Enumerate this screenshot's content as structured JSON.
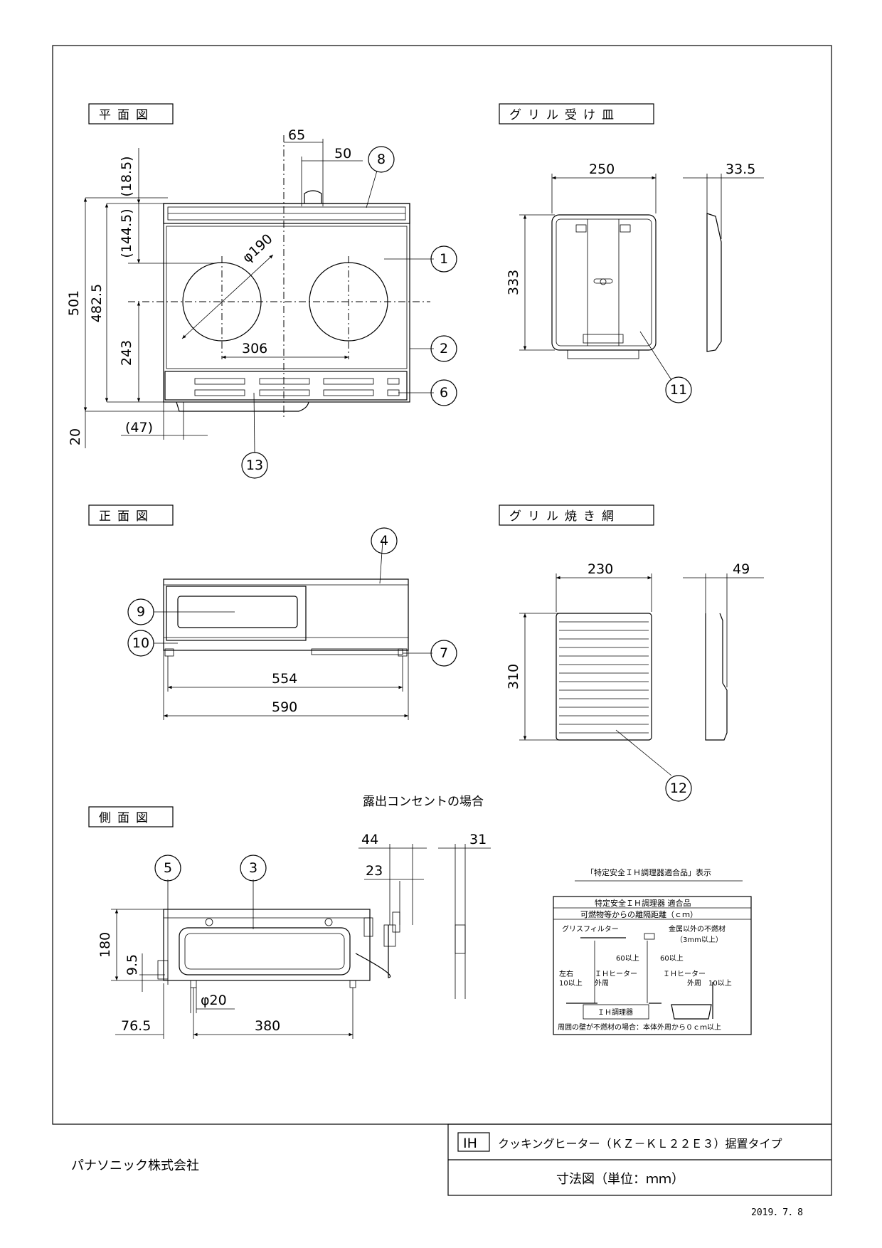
{
  "views": {
    "plan": "平面図",
    "grill_tray": "グリル受け皿",
    "front": "正面図",
    "grill_net": "グリル焼き網",
    "side": "側面図",
    "outlet_case": "露出コンセントの場合"
  },
  "dimensions": {
    "plan": {
      "d65": "65",
      "d50": "50",
      "d18_5": "(18.5)",
      "d144_5": "(144.5)",
      "d501": "501",
      "d482_5": "482.5",
      "d243": "243",
      "d20": "20",
      "d47": "(47)",
      "d190": "φ190",
      "d306": "306"
    },
    "tray": {
      "w": "250",
      "d": "33.5",
      "h": "333"
    },
    "front": {
      "w554": "554",
      "w590": "590"
    },
    "net": {
      "w": "230",
      "d": "49",
      "h": "310"
    },
    "side": {
      "h180": "180",
      "h9_5": "9.5",
      "d76_5": "76.5",
      "d380": "380",
      "phi20": "φ20",
      "d44": "44",
      "d23": "23",
      "d31": "31"
    }
  },
  "callouts": [
    "1",
    "2",
    "3",
    "4",
    "5",
    "6",
    "7",
    "8",
    "9",
    "10",
    "11",
    "12",
    "13"
  ],
  "certification": {
    "caption": "「特定安全ＩＨ調理器適合品」表示",
    "row1": "特定安全ＩＨ調理器 適合品",
    "row2": "可燃物等からの離隔距離（ｃｍ）",
    "grease_filter": "グリスフィルター",
    "non_metal": "金属以外の不燃材",
    "non_metal_thickness": "（3mm以上）",
    "above_left": "60以上",
    "above_right": "60以上",
    "left_right": "左右",
    "ten_plus_left": "10以上",
    "ih_heater_left": "ＩＨヒーター",
    "outer_left": "外周",
    "ih_heater_right": "ＩＨヒーター",
    "outer_right": "外周",
    "ten_plus_right": "10以上",
    "ih_unit": "ＩＨ調理器",
    "footer": "周囲の壁が不燃材の場合：本体外周から０ｃｍ以上"
  },
  "title_block": {
    "company": "パナソニック株式会社",
    "ih_mark": "IH",
    "product": "クッキングヒーター（ＫＺ－ＫＬ２２Ｅ３）据置タイプ",
    "drawing": "寸法図（単位：ｍｍ）",
    "date": "2019．7．8"
  }
}
